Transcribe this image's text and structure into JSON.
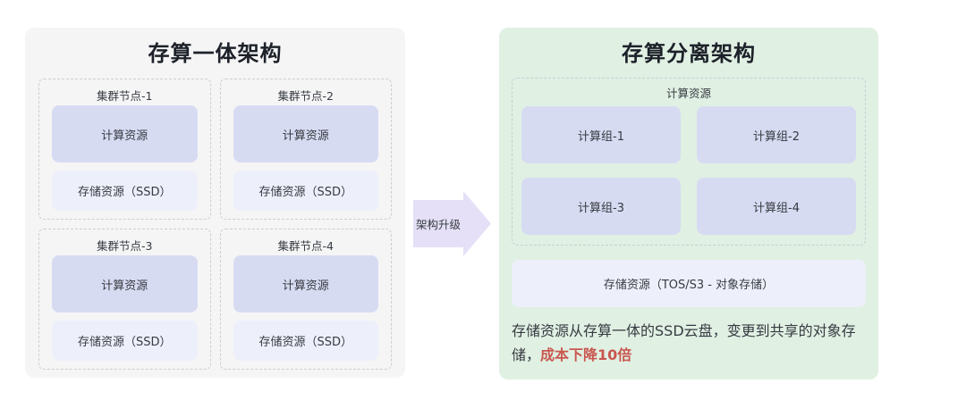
{
  "colors": {
    "panel_left_bg": "#f5f5f6",
    "panel_right_bg": "#e0f0e3",
    "box_lavender": "#d7dbf2",
    "box_light": "#edf0fa",
    "arrow_purple": "#e5e0f7",
    "dashed_border": "#cbced3",
    "title_text": "#1d2129",
    "body_text": "#363a41",
    "highlight_red": "#c9574f"
  },
  "left_panel": {
    "title": "存算一体架构",
    "nodes": [
      {
        "title": "集群节点-1",
        "compute": "计算资源",
        "storage": "存储资源（SSD）"
      },
      {
        "title": "集群节点-2",
        "compute": "计算资源",
        "storage": "存储资源（SSD）"
      },
      {
        "title": "集群节点-3",
        "compute": "计算资源",
        "storage": "存储资源（SSD）"
      },
      {
        "title": "集群节点-4",
        "compute": "计算资源",
        "storage": "存储资源（SSD）"
      }
    ]
  },
  "arrow": {
    "label": "架构升级"
  },
  "right_panel": {
    "title": "存算分离架构",
    "compute_container": {
      "title": "计算资源",
      "groups": [
        "计算组-1",
        "计算组-2",
        "计算组-3",
        "计算组-4"
      ]
    },
    "storage_bar": "存储资源（TOS/S3 - 对象存储）",
    "caption": {
      "normal": "存储资源从存算一体的SSD云盘，变更到共享的对象存储，",
      "highlight": "成本下降10倍"
    }
  }
}
